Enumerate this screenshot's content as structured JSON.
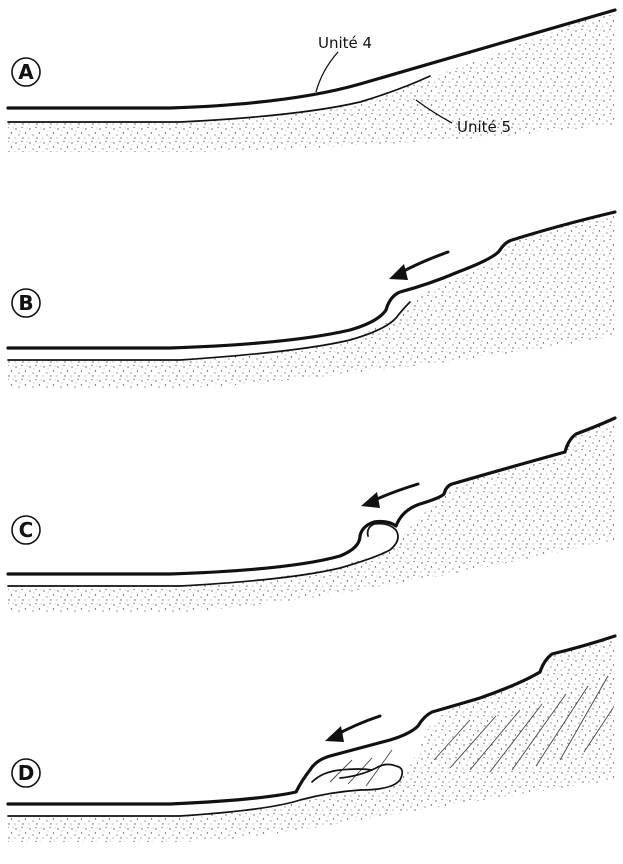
{
  "panels": [
    {
      "letter": "A"
    },
    {
      "letter": "B"
    },
    {
      "letter": "C"
    },
    {
      "letter": "D"
    }
  ],
  "labels": {
    "unit4": "Unité 4",
    "unit5": "Unité 5"
  },
  "colors": {
    "ink": "#111111",
    "stipple": "#6a6a6a",
    "background": "#ffffff"
  }
}
